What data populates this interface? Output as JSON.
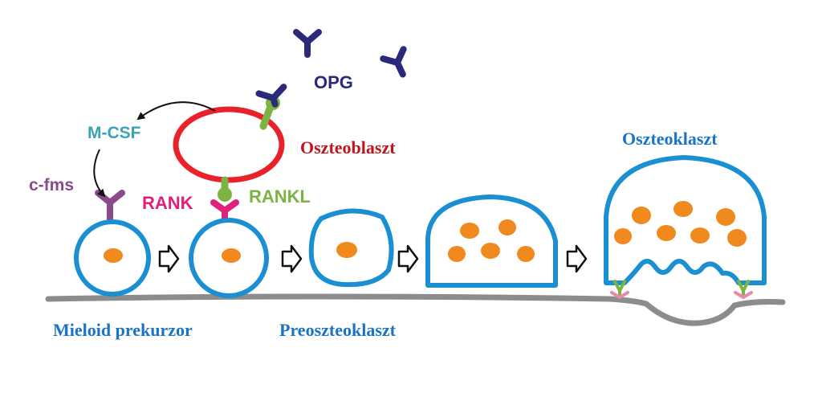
{
  "labels": {
    "opg": "OPG",
    "mcsf": "M-CSF",
    "cfms": "c-fms",
    "rank": "RANK",
    "rankl": "RANKL",
    "osteoblast": "Oszteoblaszt",
    "osteoclast": "Oszteoklaszt",
    "myeloid_precursor": "Mieloid prekurzor",
    "preosteoclast": "Preoszteoklaszt"
  },
  "colors": {
    "cell_outline": "#1a8fd2",
    "nucleus": "#f08a1e",
    "osteoblast_outline": "#e8212b",
    "opg": "#2b2a7a",
    "rankl": "#7cb342",
    "rank": "#e0207a",
    "cfms": "#8a4a8c",
    "mcsf_text": "#3aa3b8",
    "bone_surface": "#8c8c8c",
    "arrow_outline": "#111111",
    "caption_blue": "#1a73c4",
    "osteoblast_text": "#c0151c"
  },
  "icons": [
    "hollow-arrow-icon",
    "y-receptor-icon",
    "curved-arrow-icon"
  ]
}
